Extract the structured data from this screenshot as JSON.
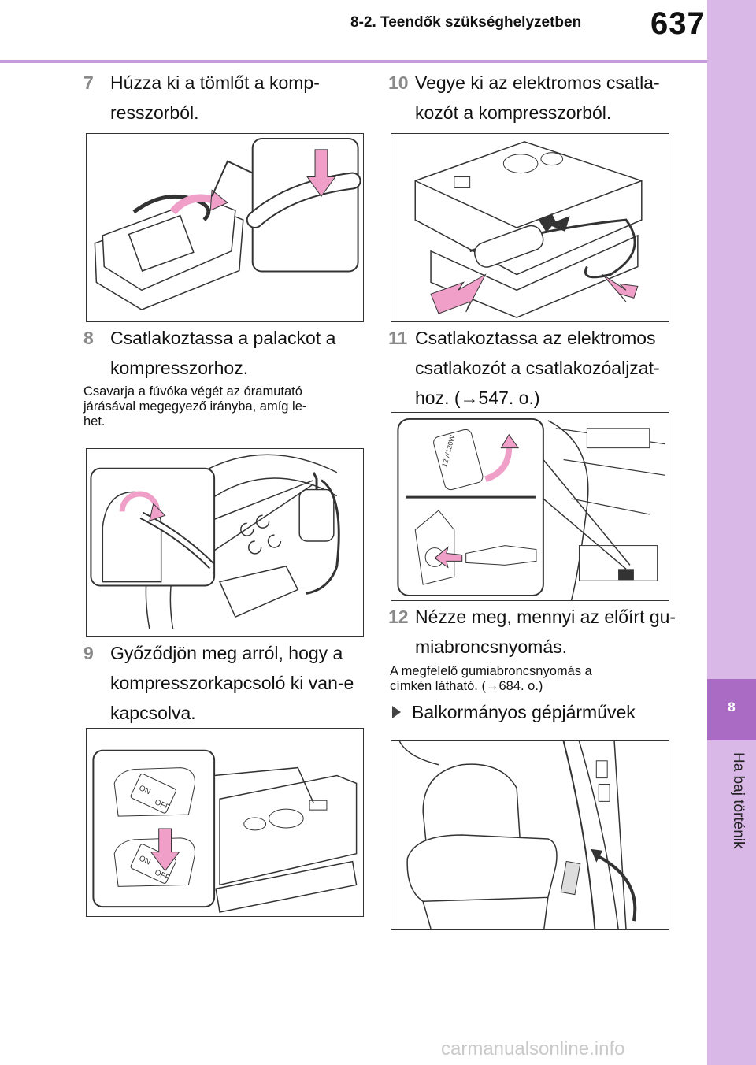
{
  "header": {
    "section": "8-2. Teendők szükséghelyzetben",
    "page_number": "637"
  },
  "side_tab": {
    "chapter_number": "8",
    "chapter_title": "Ha baj történik"
  },
  "steps": [
    {
      "num": "7",
      "lines": [
        "Húzza ki a tömlőt a komp-",
        "resszorból."
      ]
    },
    {
      "num": "8",
      "lines": [
        "Csatlakoztassa a palackot a",
        "kompresszorhoz."
      ],
      "note": [
        "Csavarja a fúvóka végét az óramutató",
        "járásával megegyező irányba, amíg le-",
        "het."
      ]
    },
    {
      "num": "9",
      "lines": [
        "Győződjön meg arról, hogy a",
        "kompresszorkapcsoló ki van-e",
        "kapcsolva."
      ]
    },
    {
      "num": "10",
      "lines": [
        "Vegye ki az elektromos csatla-",
        "kozót a kompresszorból."
      ]
    },
    {
      "num": "11",
      "lines": [
        "Csatlakoztassa az elektromos",
        "csatlakozót a csatlakozóaljzat-",
        "hoz. (→547. o.)"
      ]
    },
    {
      "num": "12",
      "lines": [
        "Nézze meg, mennyi az előírt gu-",
        "miabroncsnyomás."
      ],
      "note": [
        "A megfelelő gumiabroncsnyomás a",
        "címkén látható. (→684. o.)"
      ]
    }
  ],
  "bullet": "Balkormányos gépjárművek",
  "figure_labels": {
    "switch_on": "ON",
    "switch_off": "OFF",
    "socket_label": "12V/120W"
  },
  "colors": {
    "accent_light": "#d9b8e8",
    "accent_dark": "#a96bc4",
    "arrow_pink": "#ef9fc8"
  },
  "watermark": "carmanualsonline.info"
}
